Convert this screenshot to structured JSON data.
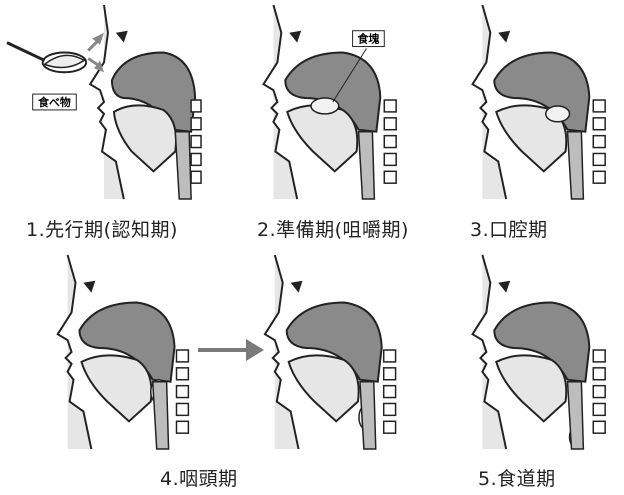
{
  "stages": [
    {
      "caption": "1.先行期(認知期)"
    },
    {
      "caption": "2.準備期(咀嚼期)"
    },
    {
      "caption": "3.口腔期"
    },
    {
      "caption": "4.咽頭期"
    },
    {
      "caption": "5.食道期"
    }
  ],
  "labels": {
    "food": "食べ物",
    "bolus": "食塊"
  },
  "colors": {
    "panel_bg": "#e6e6e6",
    "tissue": "#8a8a8a",
    "outline": "#222222",
    "arrow": "#7a7a7a"
  }
}
